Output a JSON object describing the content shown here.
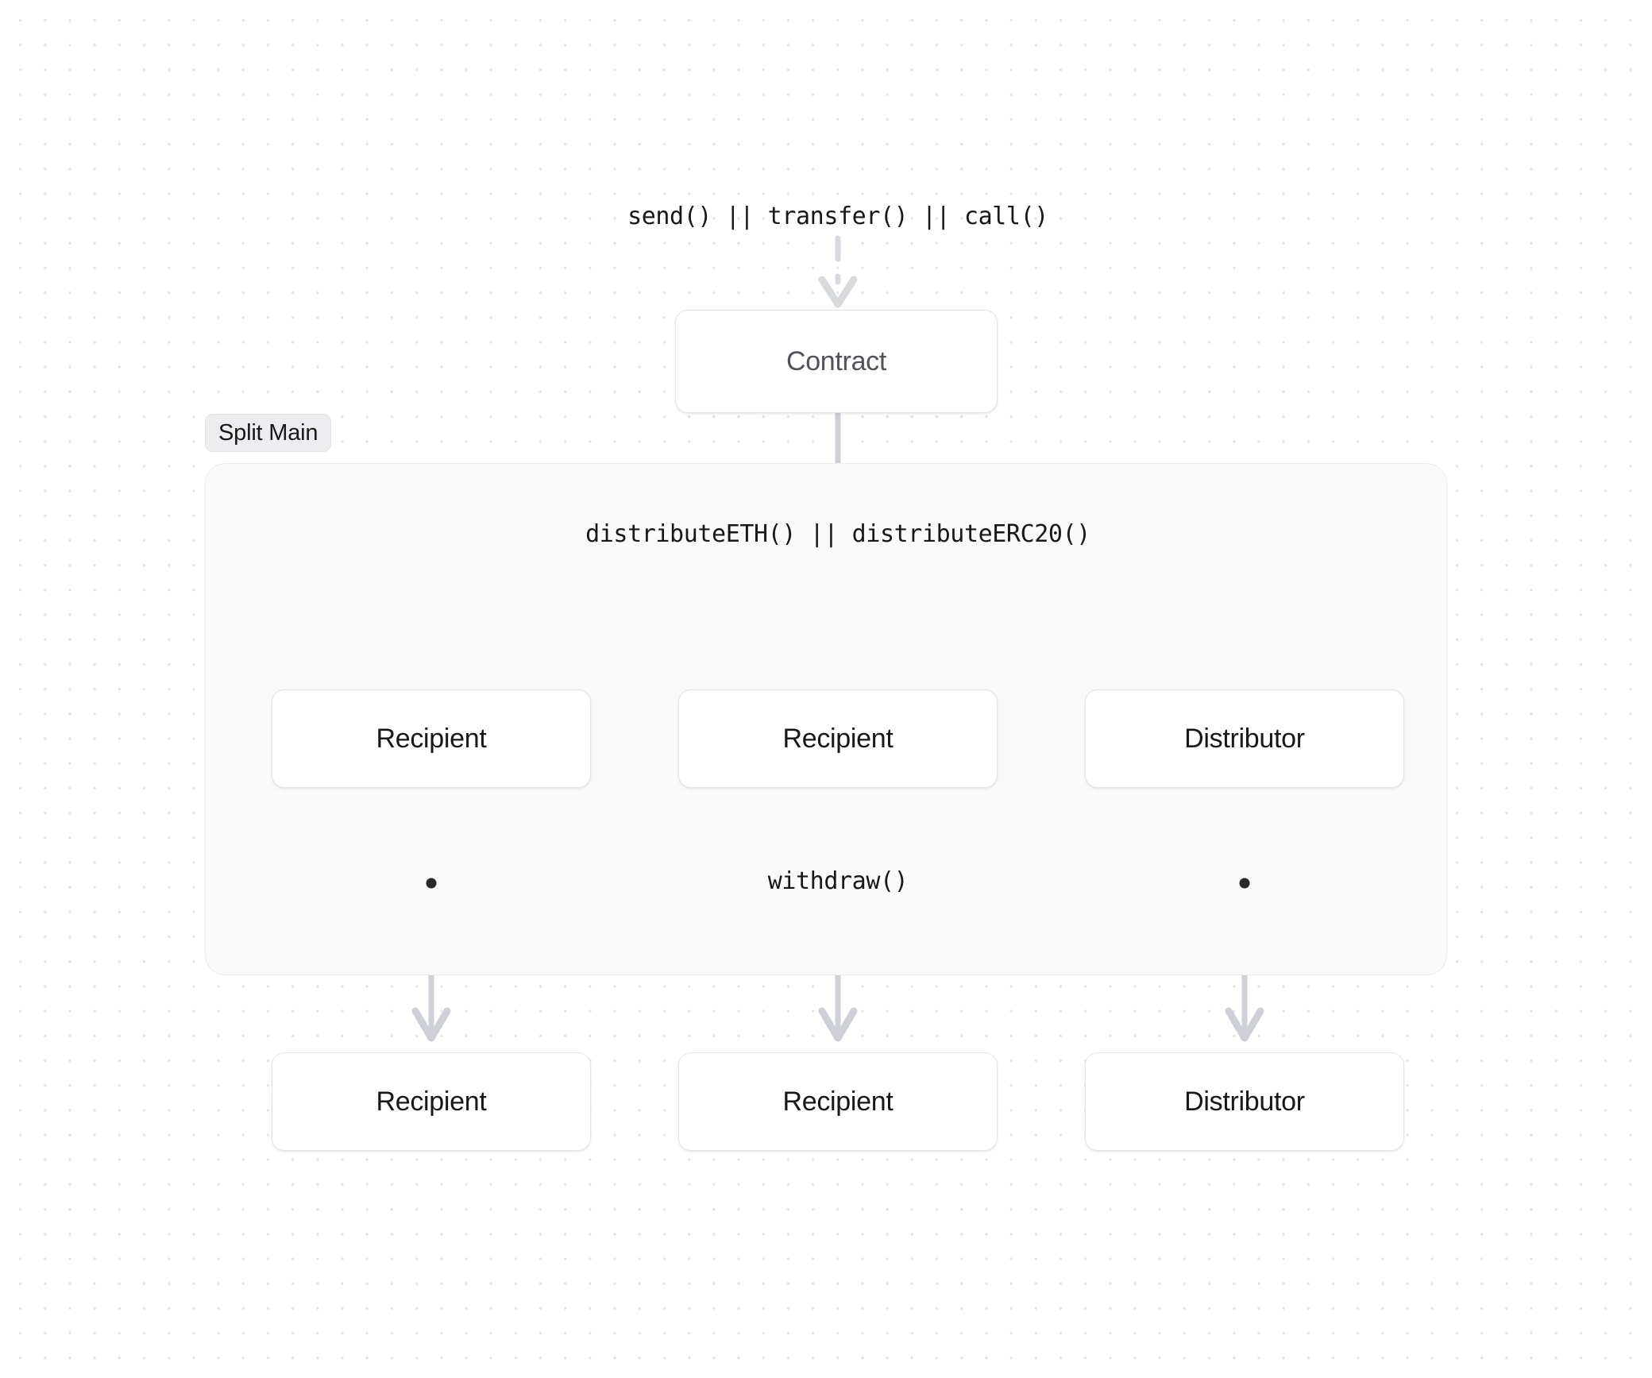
{
  "diagram": {
    "title": "Split Main contract distribution flow",
    "background": "#ffffff",
    "dot_grid_color": "#e4e4e7"
  },
  "group": {
    "label": "Split Main",
    "fill": "#fafafa",
    "border": "#ececee"
  },
  "nodes": [
    {
      "id": "contract",
      "label": "Contract",
      "style": "muted"
    },
    {
      "id": "recipient-1",
      "label": "Recipient",
      "style": "solid"
    },
    {
      "id": "recipient-2",
      "label": "Recipient",
      "style": "solid"
    },
    {
      "id": "distributor-1",
      "label": "Distributor",
      "style": "solid"
    },
    {
      "id": "recipient-3",
      "label": "Recipient",
      "style": "solid"
    },
    {
      "id": "recipient-4",
      "label": "Recipient",
      "style": "solid"
    },
    {
      "id": "distributor-2",
      "label": "Distributor",
      "style": "solid"
    }
  ],
  "edge_labels": {
    "entry": "send() || transfer() || call()",
    "distribute": "distributeETH() || distributeERC20()",
    "withdraw": "withdraw()",
    "left_dot": "•",
    "right_dot": "•"
  },
  "edges": [
    {
      "from": "entry",
      "to": "contract",
      "label": "send() || transfer() || call()",
      "dashed": true
    },
    {
      "from": "contract",
      "to": "split-main",
      "label": "distributeETH() || distributeERC20()",
      "dashed": false
    },
    {
      "from": "split-main",
      "to": "recipient-1",
      "label": "",
      "dashed": false
    },
    {
      "from": "split-main",
      "to": "recipient-2",
      "label": "",
      "dashed": false
    },
    {
      "from": "split-main",
      "to": "distributor-1",
      "label": "",
      "dashed": false
    },
    {
      "from": "recipient-1",
      "to": "recipient-3",
      "label": "•",
      "dashed": false
    },
    {
      "from": "recipient-2",
      "to": "recipient-4",
      "label": "withdraw()",
      "dashed": false
    },
    {
      "from": "distributor-1",
      "to": "distributor-2",
      "label": "•",
      "dashed": false
    }
  ],
  "colors": {
    "edge": "#cdd0d7",
    "node_border": "#e2e4e8",
    "node_text": "#17171c",
    "muted_text": "#52525b",
    "dot": "#27272e"
  }
}
